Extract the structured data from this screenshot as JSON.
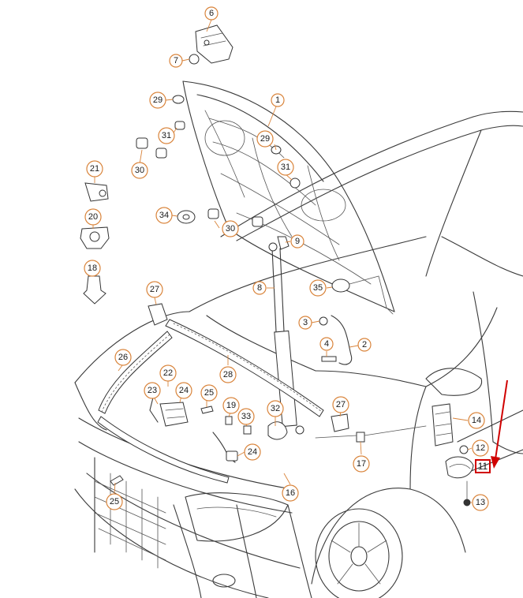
{
  "callouts": [
    {
      "label": "6"
    },
    {
      "label": "7"
    },
    {
      "label": "1"
    },
    {
      "label": "29"
    },
    {
      "label": "31"
    },
    {
      "label": "30"
    },
    {
      "label": "29"
    },
    {
      "label": "31"
    },
    {
      "label": "21"
    },
    {
      "label": "20"
    },
    {
      "label": "34"
    },
    {
      "label": "30"
    },
    {
      "label": "9"
    },
    {
      "label": "18"
    },
    {
      "label": "27"
    },
    {
      "label": "8"
    },
    {
      "label": "35"
    },
    {
      "label": "3"
    },
    {
      "label": "4"
    },
    {
      "label": "2"
    },
    {
      "label": "26"
    },
    {
      "label": "22"
    },
    {
      "label": "23"
    },
    {
      "label": "24"
    },
    {
      "label": "25"
    },
    {
      "label": "28"
    },
    {
      "label": "19"
    },
    {
      "label": "33"
    },
    {
      "label": "32"
    },
    {
      "label": "27"
    },
    {
      "label": "14"
    },
    {
      "label": "24"
    },
    {
      "label": "17"
    },
    {
      "label": "12"
    },
    {
      "label": "25"
    },
    {
      "label": "16"
    },
    {
      "label": "13"
    }
  ],
  "highlighted_callout": {
    "label": "11"
  },
  "colors": {
    "callout_border": "#d9843b",
    "highlight": "#d00000",
    "line_art": "#3a3a3a"
  }
}
